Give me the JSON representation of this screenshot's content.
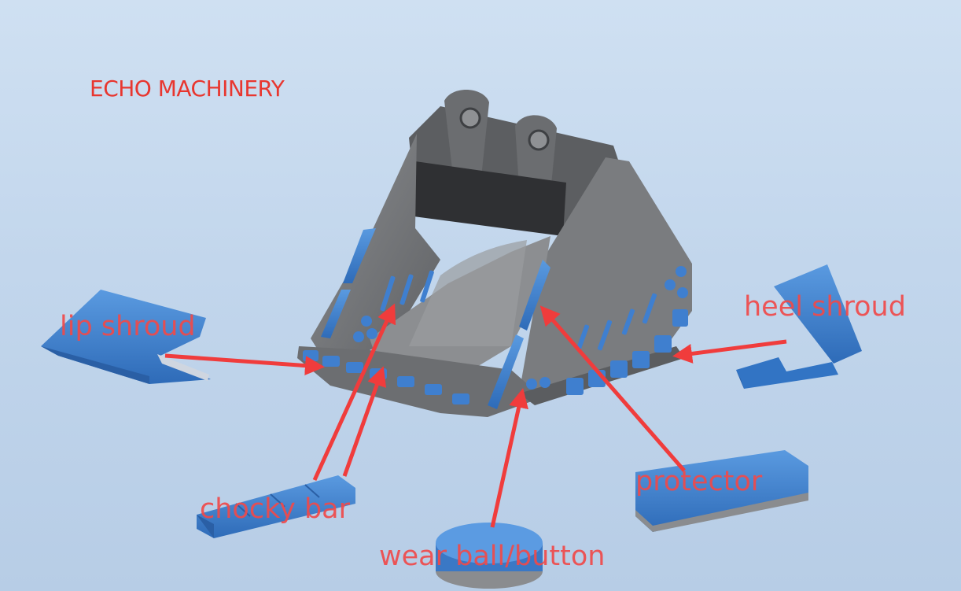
{
  "brand": "ECHO MACHINERY",
  "labels": {
    "lip_shroud": "lip shroud",
    "heel_shroud": "heel shroud",
    "chocky_bar": "chocky bar",
    "protector": "protector",
    "wear_button": "wear ball/button"
  },
  "colors": {
    "label": "#f04a4a",
    "brand": "#e8362f",
    "part_blue": "#3f7fcf",
    "bucket_grey": "#7b7d80",
    "arrow": "#f03c3c"
  }
}
